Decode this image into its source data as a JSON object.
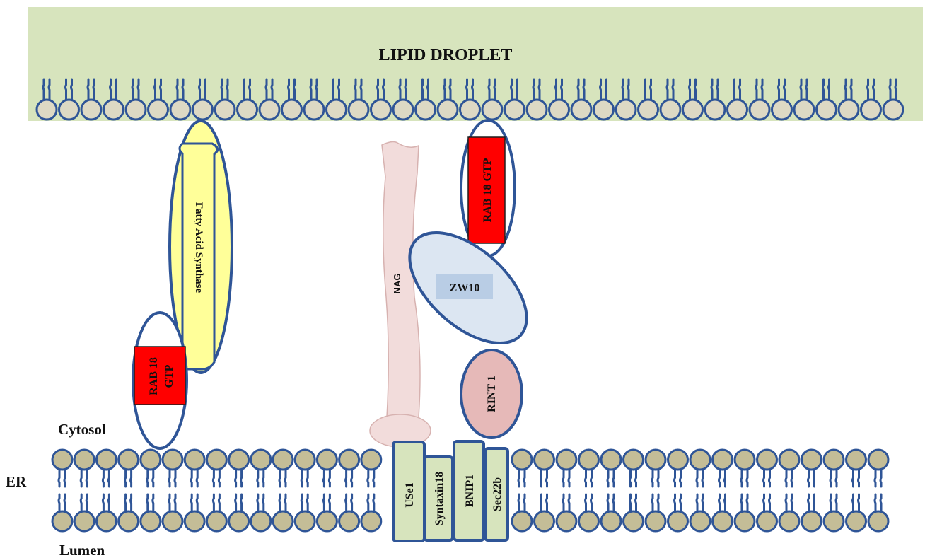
{
  "regions": {
    "lipid_droplet": "LIPID DROPLET",
    "cytosol": "Cytosol",
    "er": "ER",
    "lumen": "Lumen"
  },
  "proteins": {
    "fatty_acid_synthase": "Fatty Acid Synthase",
    "rab18_top": "RAB 18 GTP",
    "rab18_left_line1": "RAB 18",
    "rab18_left_line2": "GTP",
    "nag": "NAG",
    "zw10": "ZW10",
    "rint1": "RINT 1",
    "use1": "USe1",
    "syntaxin18": "Syntaxin18",
    "bnip1": "BNIP1",
    "sec22b": "Sec22b"
  },
  "colors": {
    "lipid_droplet_fill": "#d7e4bd",
    "lipid_head_droplet": "#ddd9c4",
    "lipid_head_er": "#c4bd97",
    "membrane_outline": "#2f5597",
    "rab_red": "#ff0000",
    "fas_yellow": "#ffff99",
    "nag_pink": "#f2dcdb",
    "zw10_blue": "#dce6f2",
    "zw10_label_bg": "#b9cde5",
    "rint1_pink": "#e6b9b8",
    "snare_green": "#d7e4bd"
  }
}
